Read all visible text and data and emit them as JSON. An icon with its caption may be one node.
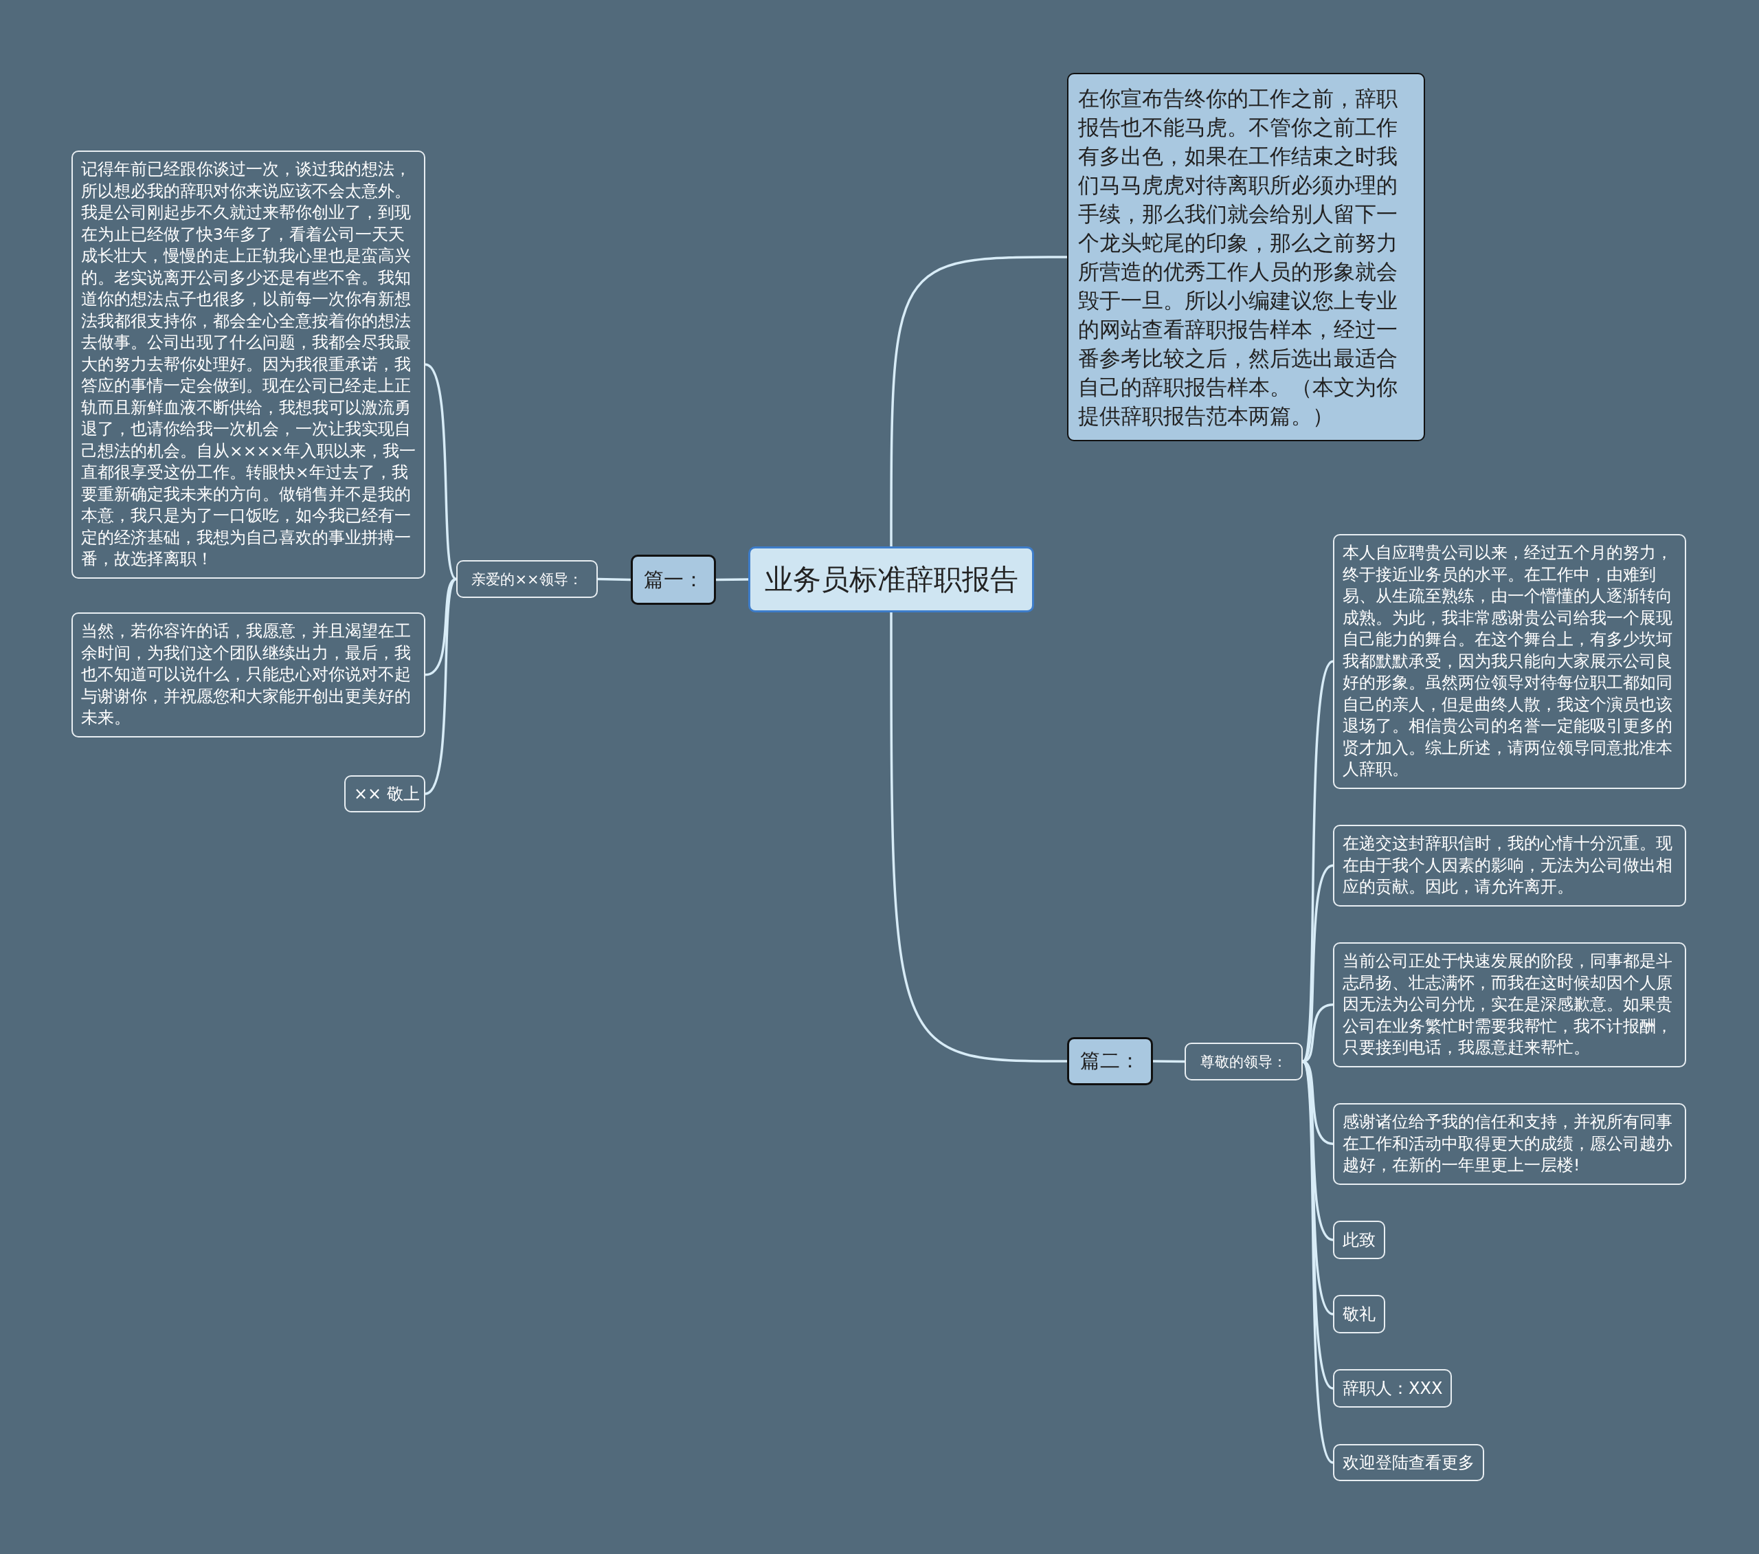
{
  "diagram": {
    "nodes": [
      {
        "text": [
          "业务员标准辞职报告"
        ]
      },
      {
        "text": [
          "篇一："
        ]
      },
      {
        "text": [
          "亲爱的××领导："
        ]
      },
      {
        "text": [
          "记得年前已经跟你谈过一次，谈过我的想法，所以想必我的辞职对你来说应该不会太意外。我是公司刚起步不久就过来帮你创业了，到现在为止已经做了快3年多了，看着公司一天天成长壮大，慢慢的走上正轨我心里也是蛮高兴的。老实说离开公司多少还是有些不舍。我知道你的想法点子也很多，以前每一次你有新想法我都很支持你，都会全心全意按着你的想法去做事。公司出现了什么问题，我都会尽我最大的努力去帮你处理好。因为我很重承诺，我答应的事情一定会做到。现在公司已经走上正轨而且新鲜血液不断供给，我想我可以激流勇退了，也请你给我一次机会，一次让我实现自己想法的机会。自从××××年入职以来，我一直都很享受这份工作。转眼快×年过去了，我要重新确定我未来的方向。做销售并不是我的本意，我只是为了一口饭吃，如今我已经有一定的经济基础，我想为自己喜欢的事业拼搏一番，故选择离职！"
        ]
      },
      {
        "text": [
          "当然，若你容许的话，我愿意，并且渴望在工余时间，为我们这个团队继续出力，最后，我也不知道可以说什么，只能忠心对你说对不起与谢谢你，并祝愿您和大家能开创出更美好的未来。"
        ]
      },
      {
        "text": [
          "×× 敬上"
        ]
      },
      {
        "text": [
          "在你宣布告终你的工作之前，辞职报告也不能马虎。不管你之前工作有多出色，如果在工作结束之时我们马马虎虎对待离职所必须办理的手续，那么我们就会给别人留下一个龙头蛇尾的印象，那么之前努力所营造的优秀工作人员的形象就会毁于一旦。所以小编建议您上专业的网站查看辞职报告样本，经过一番参考比较之后，然后选出最适合自己的辞职报告样本。（本文为你提供辞职报告范本两篇。）"
        ]
      },
      {
        "text": [
          "篇二："
        ]
      },
      {
        "text": [
          "尊敬的领导："
        ]
      },
      {
        "text": [
          "本人自应聘贵公司以来，经过五个月的努力，终于接近业务员的水平。在工作中，由难到易、从生疏至熟练，由一个懵懂的人逐渐转向成熟。为此，我非常感谢贵公司给我一个展现自己能力的舞台。在这个舞台上，有多少坎坷我都默默承受，因为我只能向大家展示公司良好的形象。虽然两位领导对待每位职工都如同自己的亲人，但是曲终人散，我这个演员也该退场了。相信贵公司的名誉一定能吸引更多的贤才加入。综上所述，请两位领导同意批准本人辞职。"
        ]
      },
      {
        "text": [
          "在递交这封辞职信时，我的心情十分沉重。现在由于我个人因素的影响，无法为公司做出相应的贡献。因此，请允许离开。"
        ]
      },
      {
        "text": [
          "当前公司正处于快速发展的阶段，同事都是斗志昂扬、壮志满怀，而我在这时候却因个人原因无法为公司分忧，实在是深感歉意。如果贵公司在业务繁忙时需要我帮忙，我不计报酬，只要接到电话，我愿意赶来帮忙。"
        ]
      },
      {
        "text": [
          "感谢诸位给予我的信任和支持，并祝所有同事在工作和活动中取得更大的成绩，愿公司越办越好，在新的一年里更上一层楼!"
        ]
      },
      {
        "text": [
          "此致"
        ]
      },
      {
        "text": [
          "敬礼"
        ]
      },
      {
        "text": [
          "辞职人：XXX"
        ]
      },
      {
        "text": [
          "欢迎登陆查看更多"
        ]
      }
    ],
    "edges": [
      {
        "from": 0,
        "to": 1,
        "arrow": "none"
      },
      {
        "from": 1,
        "to": 2,
        "arrow": "none"
      },
      {
        "from": 2,
        "to": 3,
        "arrow": "none"
      },
      {
        "from": 2,
        "to": 4,
        "arrow": "none"
      },
      {
        "from": 2,
        "to": 5,
        "arrow": "none"
      },
      {
        "from": 0,
        "to": 6,
        "arrow": "none"
      },
      {
        "from": 0,
        "to": 7,
        "arrow": "none"
      },
      {
        "from": 7,
        "to": 8,
        "arrow": "none"
      },
      {
        "from": 8,
        "to": 9,
        "arrow": "none"
      },
      {
        "from": 8,
        "to": 10,
        "arrow": "none"
      },
      {
        "from": 8,
        "to": 11,
        "arrow": "none"
      },
      {
        "from": 8,
        "to": 12,
        "arrow": "none"
      },
      {
        "from": 8,
        "to": 13,
        "arrow": "none"
      },
      {
        "from": 8,
        "to": 14,
        "arrow": "none"
      },
      {
        "from": 8,
        "to": 15,
        "arrow": "none"
      },
      {
        "from": 8,
        "to": 16,
        "arrow": "none"
      }
    ]
  }
}
